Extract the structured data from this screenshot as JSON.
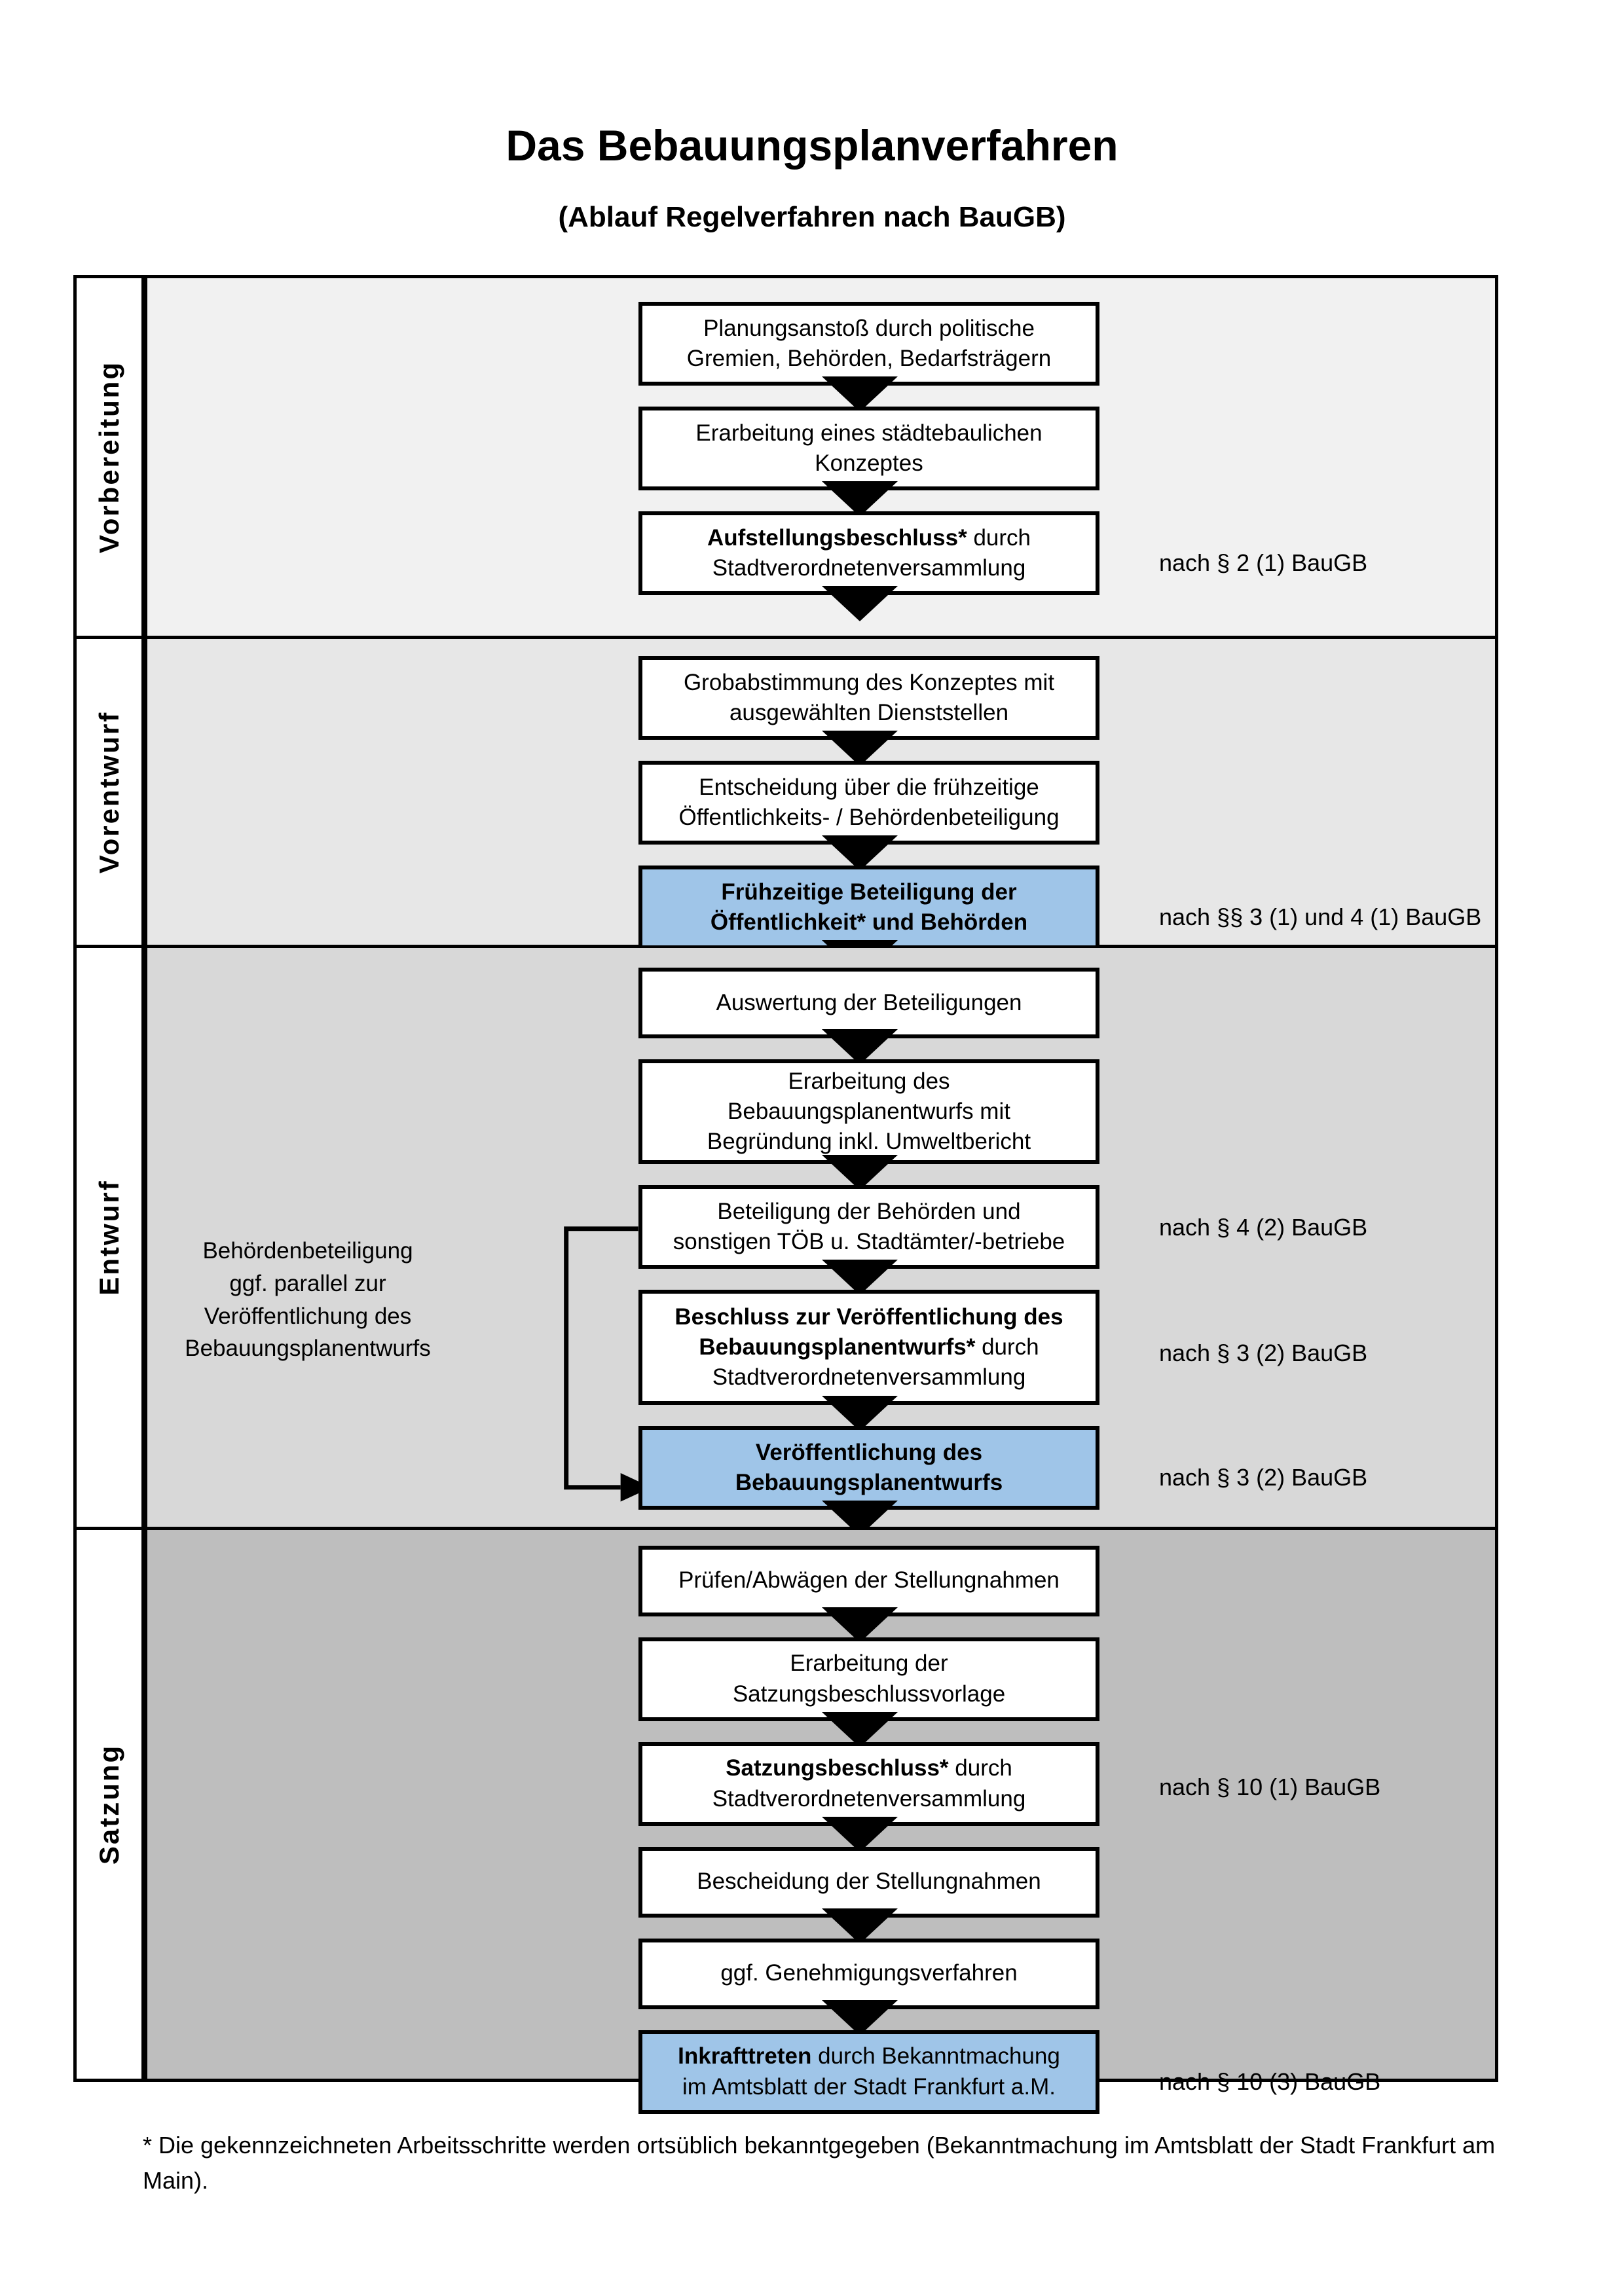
{
  "header": {
    "title": "Das Bebauungsplanverfahren",
    "subtitle": "(Ablauf Regelverfahren nach BauGB)"
  },
  "phases": [
    {
      "label": "Vorbereitung",
      "shade": "#f1f1f1"
    },
    {
      "label": "Vorentwurf",
      "shade": "#e7e7e7"
    },
    {
      "label": "Entwurf",
      "shade": "#d8d8d8"
    },
    {
      "label": "Satzung",
      "shade": "#bebebe"
    }
  ],
  "steps": {
    "s1": {
      "line1": "Planungsanstoß durch politische",
      "line2": "Gremien, Behörden, Bedarfsträgern"
    },
    "s2": {
      "line1": "Erarbeitung eines städtebaulichen",
      "line2": "Konzeptes"
    },
    "s3": {
      "bold": "Aufstellungsbeschluss*",
      "rest": " durch",
      "line2": "Stadtverordnetenversammlung"
    },
    "s4": {
      "line1": "Grobabstimmung des Konzeptes mit",
      "line2": "ausgewählten Dienststellen"
    },
    "s5": {
      "line1": "Entscheidung über die frühzeitige",
      "line2": "Öffentlichkeits- / Behördenbeteiligung"
    },
    "s6": {
      "line1": "Frühzeitige Beteiligung der",
      "line2": "Öffentlichkeit* und Behörden"
    },
    "s7": {
      "line1": "Auswertung der Beteiligungen"
    },
    "s8": {
      "line1": "Erarbeitung des",
      "line2": "Bebauungsplanentwurfs mit",
      "line3": "Begründung inkl. Umweltbericht"
    },
    "s9": {
      "line1": "Beteiligung der Behörden und",
      "line2": "sonstigen TÖB u. Stadtämter/-betriebe"
    },
    "s10": {
      "bold1": "Beschluss zur Veröffentlichung des",
      "bold2": "Bebauungsplanentwurfs*",
      "rest": " durch",
      "line3": "Stadtverordnetenversammlung"
    },
    "s11": {
      "line1": "Veröffentlichung des",
      "line2": "Bebauungsplanentwurfs"
    },
    "s12": {
      "line1": "Prüfen/Abwägen der Stellungnahmen"
    },
    "s13": {
      "line1": "Erarbeitung der",
      "line2": "Satzungsbeschlussvorlage"
    },
    "s14": {
      "bold": "Satzungsbeschluss*",
      "rest": " durch",
      "line2": "Stadtverordnetenversammlung"
    },
    "s15": {
      "line1": "Bescheidung der Stellungnahmen"
    },
    "s16": {
      "line1": "ggf. Genehmigungsverfahren"
    },
    "s17": {
      "bold": "Inkrafttreten",
      "rest": " durch Bekanntmachung",
      "line2": "im Amtsblatt der Stadt Frankfurt a.M."
    }
  },
  "legal_refs": {
    "r1": "nach § 2 (1) BauGB",
    "r2": "nach §§ 3 (1) und 4 (1) BauGB",
    "r3": "nach § 4 (2) BauGB",
    "r4": "nach § 3 (2) BauGB",
    "r5": "nach § 3 (2) BauGB",
    "r6": "nach § 10 (1) BauGB",
    "r7": "nach § 10 (3) BauGB"
  },
  "side_note": {
    "line1": "Behördenbeteiligung",
    "line2": "ggf. parallel zur",
    "line3": "Veröffentlichung des",
    "line4": "Bebauungsplanentwurfs"
  },
  "footnote": {
    "text": "* Die gekennzeichneten Arbeitsschritte werden ortsüblich bekanntgegeben (Bekanntmachung im Amtsblatt  der Stadt Frankfurt am Main)."
  },
  "colors": {
    "highlight_blue": "#9fc5e8",
    "border_black": "#000000",
    "shade_1": "#f1f1f1",
    "shade_2": "#e7e7e7",
    "shade_3": "#d8d8d8",
    "shade_4": "#bebebe"
  }
}
